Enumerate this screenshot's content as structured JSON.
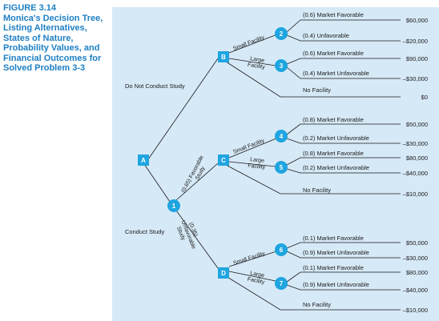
{
  "caption": {
    "figure": "FIGURE 3.14",
    "text": "Monica's Decision Tree, Listing Alternatives, States of Nature, Probability Values, and Financial Outcomes for Solved Problem 3-3"
  },
  "colors": {
    "accent": "#1d7fc4",
    "node": "#1fa5e0",
    "panel": "#d6e9f6"
  },
  "nodes": {
    "A": "A",
    "B": "B",
    "C": "C",
    "D": "D",
    "n1": "1",
    "n2": "2",
    "n3": "3",
    "n4": "4",
    "n5": "5",
    "n6": "6",
    "n7": "7"
  },
  "branches": {
    "do_not_conduct": "Do Not Conduct Study",
    "conduct": "Conduct Study",
    "favorable": [
      "(0.65) Favorable",
      "Study"
    ],
    "unfavorable": [
      "(0.35)",
      "Unfavorable",
      "Study"
    ],
    "small_facility": "Small Facility",
    "large_facility": [
      "Large",
      "Facility"
    ],
    "no_facility": "No Facility"
  },
  "outcomes": {
    "n2": {
      "fav": "(0.6) Market Favorable",
      "unfav": "(0.4) Unfavorable",
      "fav_pay": "$60,000",
      "unfav_pay": "–$20,000"
    },
    "n3": {
      "fav": "(0.6) Market Favorable",
      "unfav": "(0.4) Market Unfavorable",
      "fav_pay": "$90,000",
      "unfav_pay": "–$30,000"
    },
    "b_none_pay": "$0",
    "n4": {
      "fav": "(0.8) Market Favorable",
      "unfav": "(0.2) Market Unfavorable",
      "fav_pay": "$50,000",
      "unfav_pay": "–$30,000"
    },
    "n5": {
      "fav": "(0.8) Market Favorable",
      "unfav": "(0.2) Market Unfavorable",
      "fav_pay": "$80,000",
      "unfav_pay": "–$40,000"
    },
    "c_none_pay": "–$10,000",
    "n6": {
      "fav": "(0.1) Market Favorable",
      "unfav": "(0.9) Market Unfavorable",
      "fav_pay": "$50,000",
      "unfav_pay": "–$30,000"
    },
    "n7": {
      "fav": "(0.1) Market Favorable",
      "unfav": "(0.9) Market Unfavorable",
      "fav_pay": "$80,000",
      "unfav_pay": "–$40,000"
    },
    "d_none_pay": "–$10,000"
  }
}
